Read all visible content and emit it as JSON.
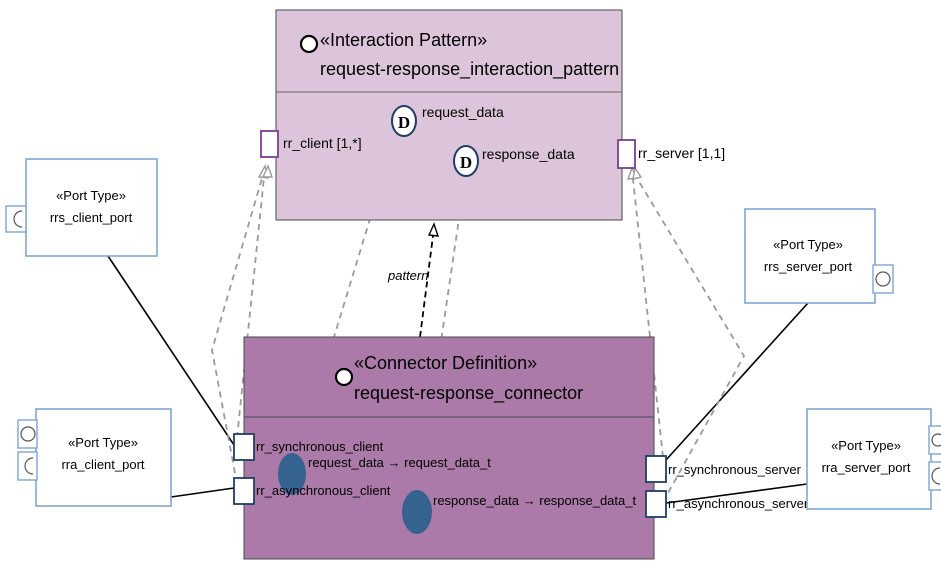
{
  "interaction_pattern": {
    "stereotype": "«Interaction Pattern»",
    "name": "request-response_interaction_pattern",
    "roles": {
      "client": "rr_client [1,*]",
      "server": "rr_server [1,1]"
    },
    "flows": {
      "request": {
        "glyph": "D",
        "label": "request_data"
      },
      "response": {
        "glyph": "D",
        "label": "response_data"
      }
    }
  },
  "connector_definition": {
    "stereotype": "«Connector Definition»",
    "name": "request-response_connector",
    "ports": {
      "sync_client": "rr_synchronous_client",
      "async_client": "rr_asynchronous_client",
      "sync_server": "rr_synchronous_server",
      "async_server": "rr_asynchronous_server"
    },
    "mappings": {
      "request": "request_data → request_data_t",
      "response": "response_data → response_data_t"
    }
  },
  "pattern_link_label": "pattern",
  "port_types": {
    "rrs_client": {
      "stereotype": "«Port Type»",
      "name": "rrs_client_port"
    },
    "rra_client": {
      "stereotype": "«Port Type»",
      "name": "rra_client_port"
    },
    "rrs_server": {
      "stereotype": "«Port Type»",
      "name": "rrs_server_port"
    },
    "rra_server": {
      "stereotype": "«Port Type»",
      "name": "rra_server_port"
    }
  },
  "colors": {
    "interaction_fill": "#dcc5da",
    "connector_fill": "#ab7aa9",
    "port_type_border": "#7ea6d4",
    "connector_port_border": "#1f3e6a",
    "role_port_border": "#7a3f8e",
    "mapping_circle": "#35638f",
    "dashed_line": "#9a9a9a"
  }
}
